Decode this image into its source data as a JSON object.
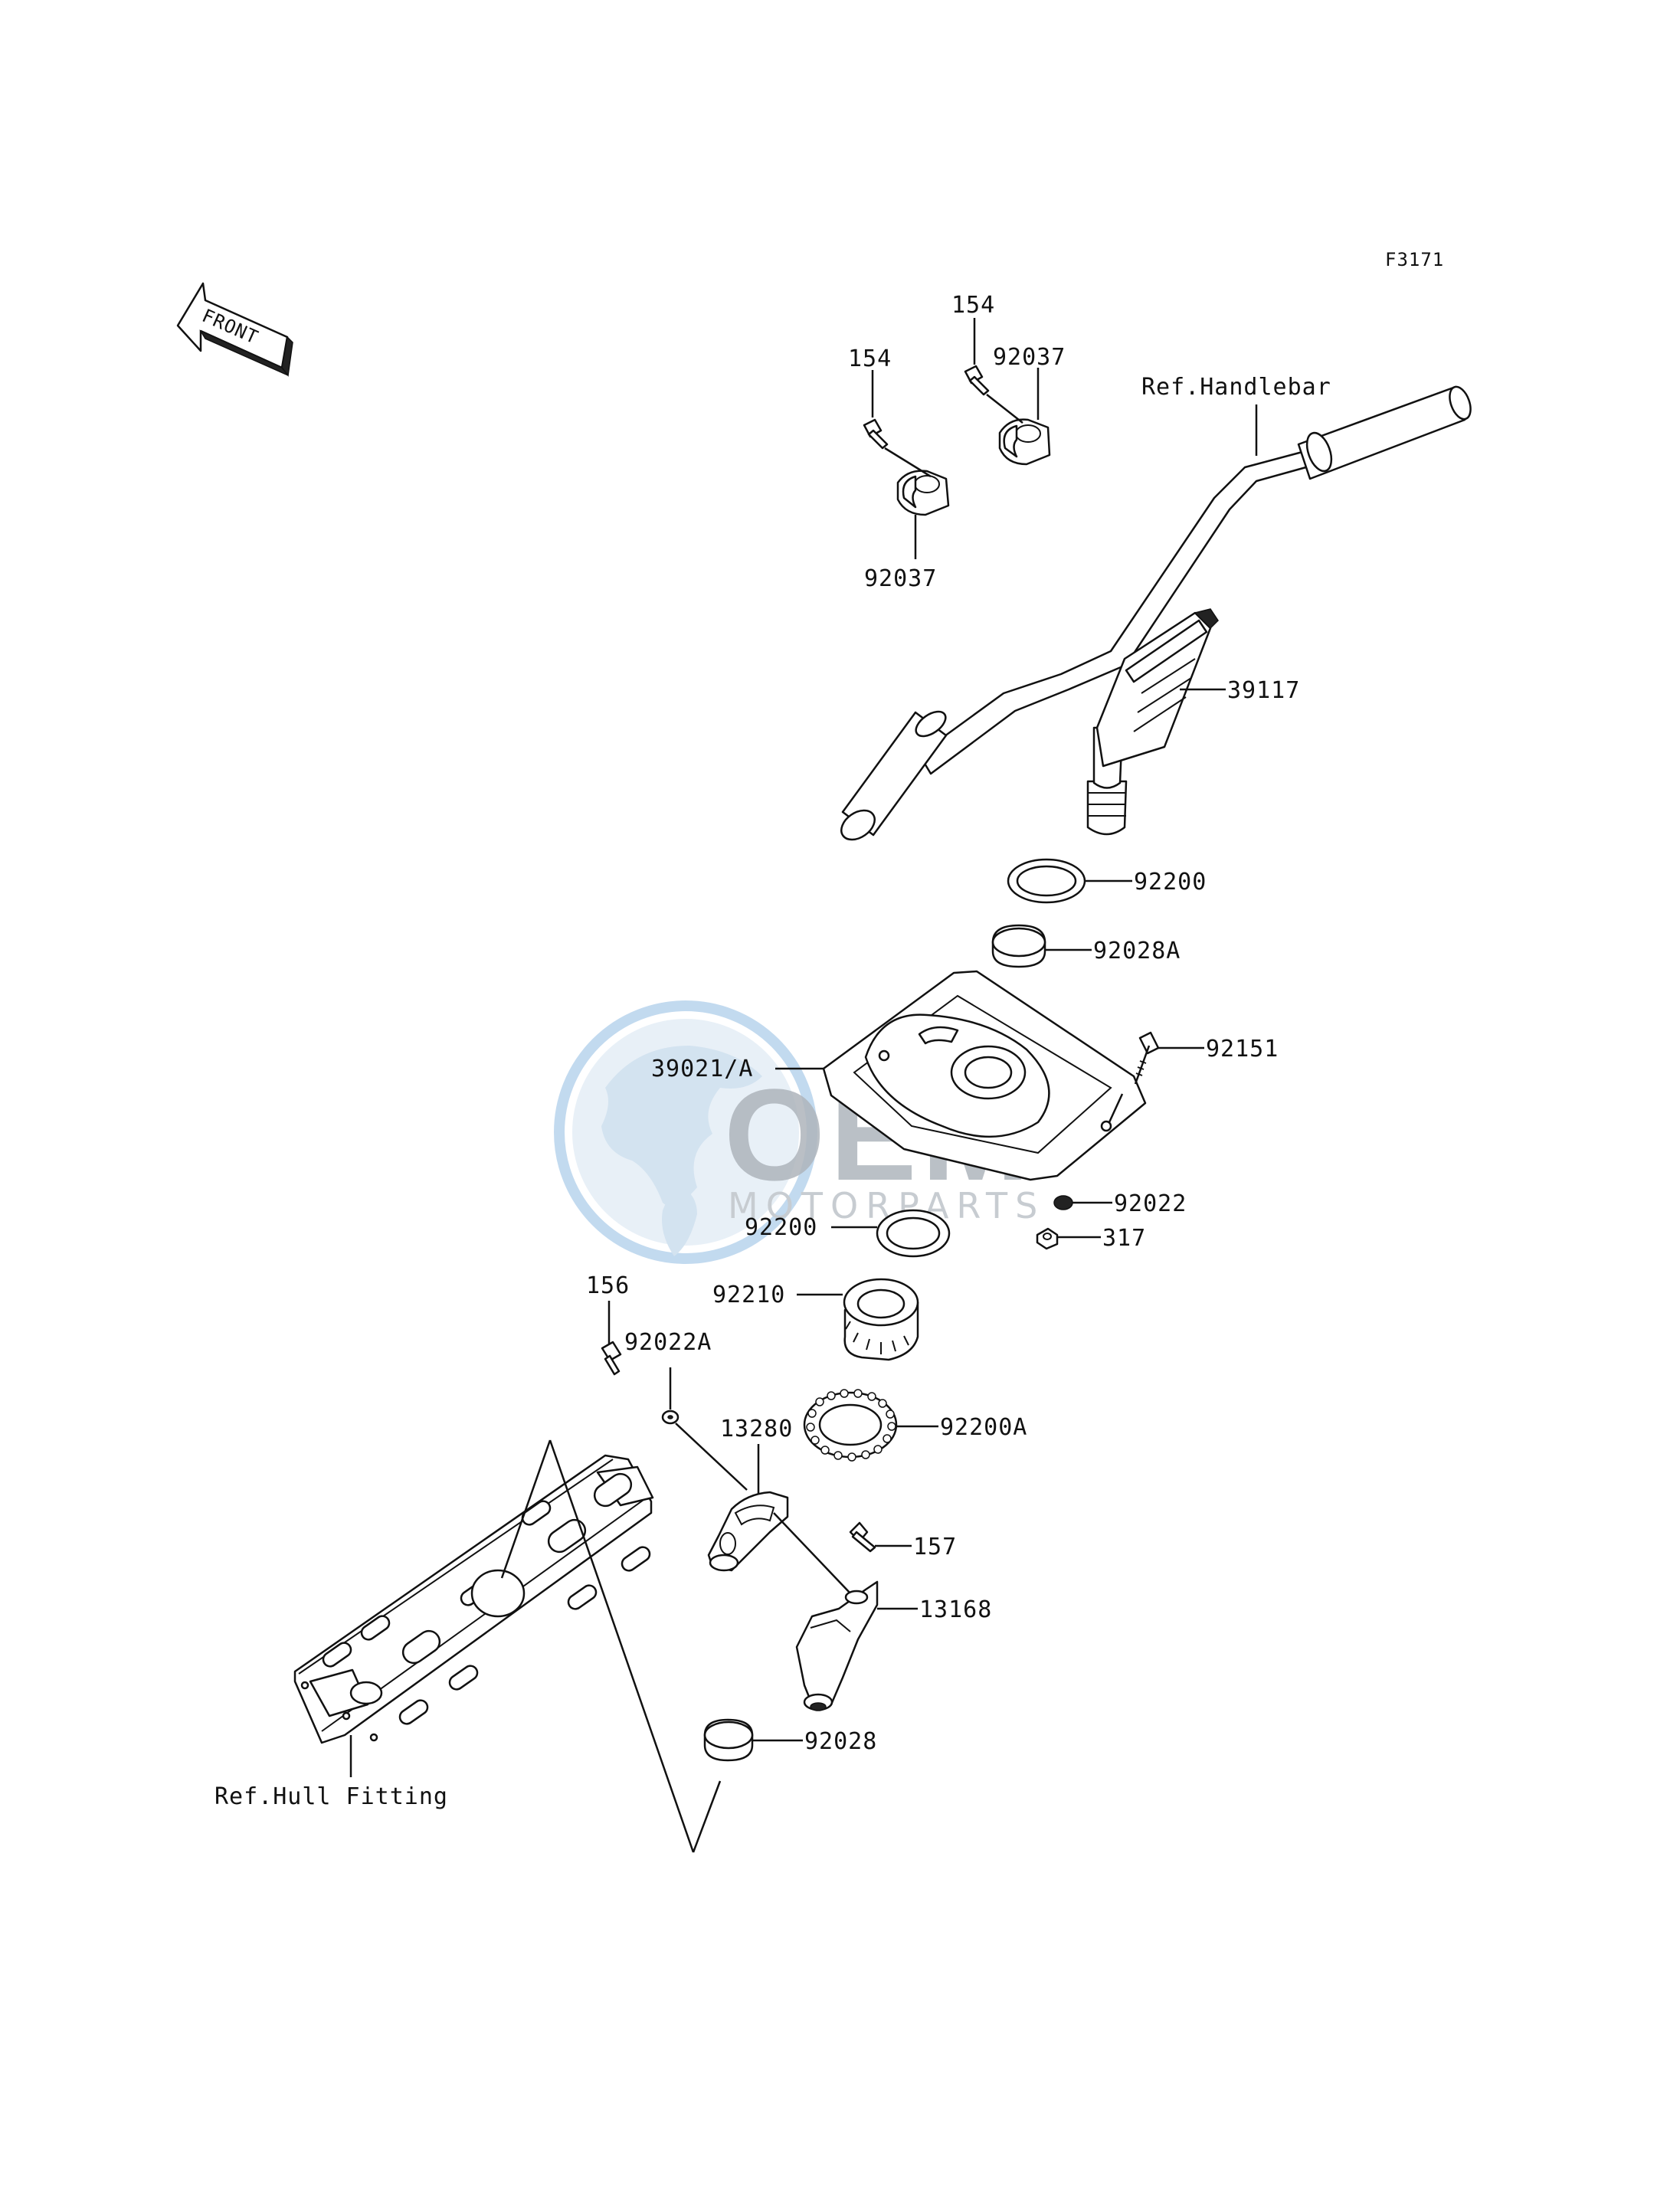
{
  "figure_code": "F3171",
  "front_badge": "FRONT",
  "watermark": {
    "logo_text": "OEM",
    "sub_text": "MOTORPARTS",
    "colors": {
      "globe": "#d7e6f2",
      "ring": "#bcd6ee",
      "text": "#c2c7cd"
    }
  },
  "parts": {
    "p154_left": "154",
    "p154_right": "154",
    "p92037_right": "92037",
    "p92037_left": "92037",
    "ref_handlebar": "Ref.Handlebar",
    "p39117": "39117",
    "p92200_top": "92200",
    "p92028A": "92028A",
    "p39021A": "39021/A",
    "p92151": "92151",
    "p92022": "92022",
    "p317": "317",
    "p92200_mid": "92200",
    "p92210": "92210",
    "p156": "156",
    "p92022A": "92022A",
    "p13280": "13280",
    "p92200A": "92200A",
    "p157": "157",
    "p13168": "13168",
    "p92028": "92028",
    "ref_hull_fitting": "Ref.Hull Fitting"
  }
}
